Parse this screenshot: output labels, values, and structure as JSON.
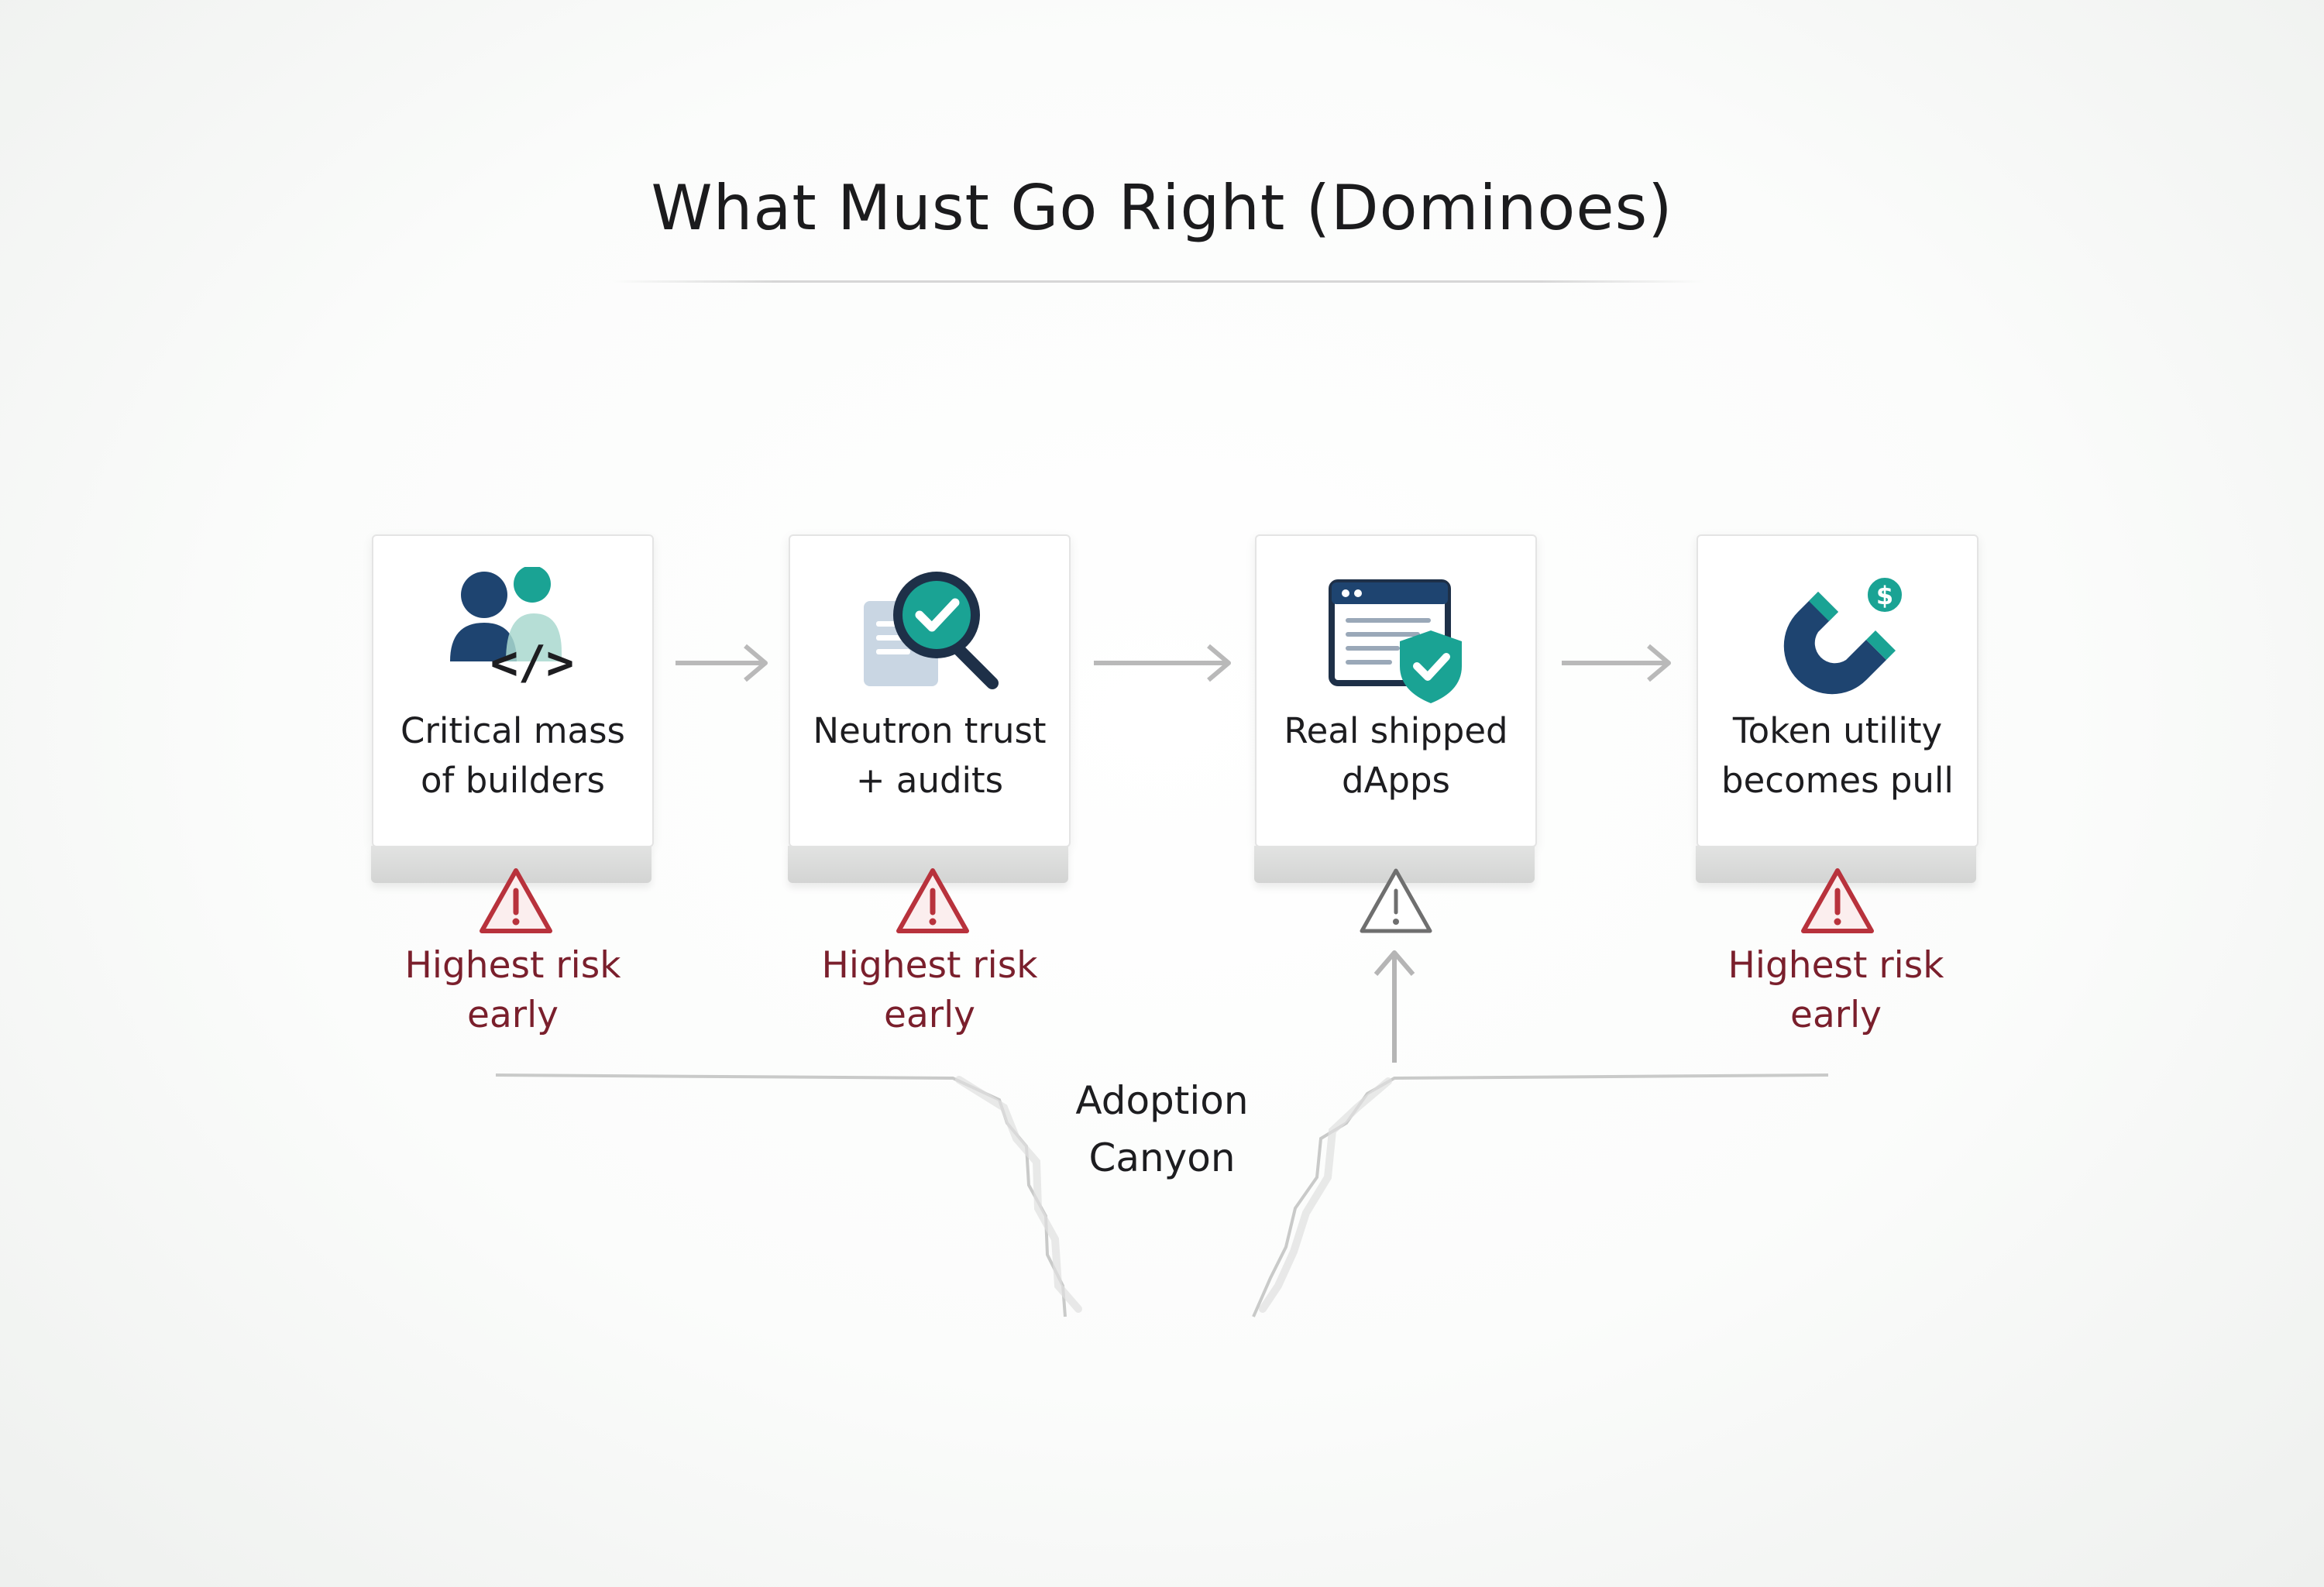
{
  "title": "What Must Go Right (Dominoes)",
  "steps": [
    {
      "label_line1": "Critical mass",
      "label_line2": "of builders",
      "icon": "builders-code-icon",
      "risk_line1": "Highest risk",
      "risk_line2": "early",
      "warning": "red"
    },
    {
      "label_line1": "Neutron trust",
      "label_line2": "+ audits",
      "icon": "document-search-check-icon",
      "risk_line1": "Highest risk",
      "risk_line2": "early",
      "warning": "red"
    },
    {
      "label_line1": "Real shipped",
      "label_line2": "dApps",
      "icon": "app-window-shield-icon",
      "warning": "gray"
    },
    {
      "label_line1": "Token utility",
      "label_line2": "becomes pull",
      "icon": "magnet-token-icon",
      "risk_line1": "Highest risk",
      "risk_line2": "early",
      "warning": "red"
    }
  ],
  "canyon": {
    "label_line1": "Adoption",
    "label_line2": "Canyon"
  },
  "colors": {
    "navy": "#1e4470",
    "teal": "#1aa394",
    "risk_red": "#b8323c",
    "risk_text": "#7a1f2c",
    "arrow": "#b9b9b9"
  }
}
